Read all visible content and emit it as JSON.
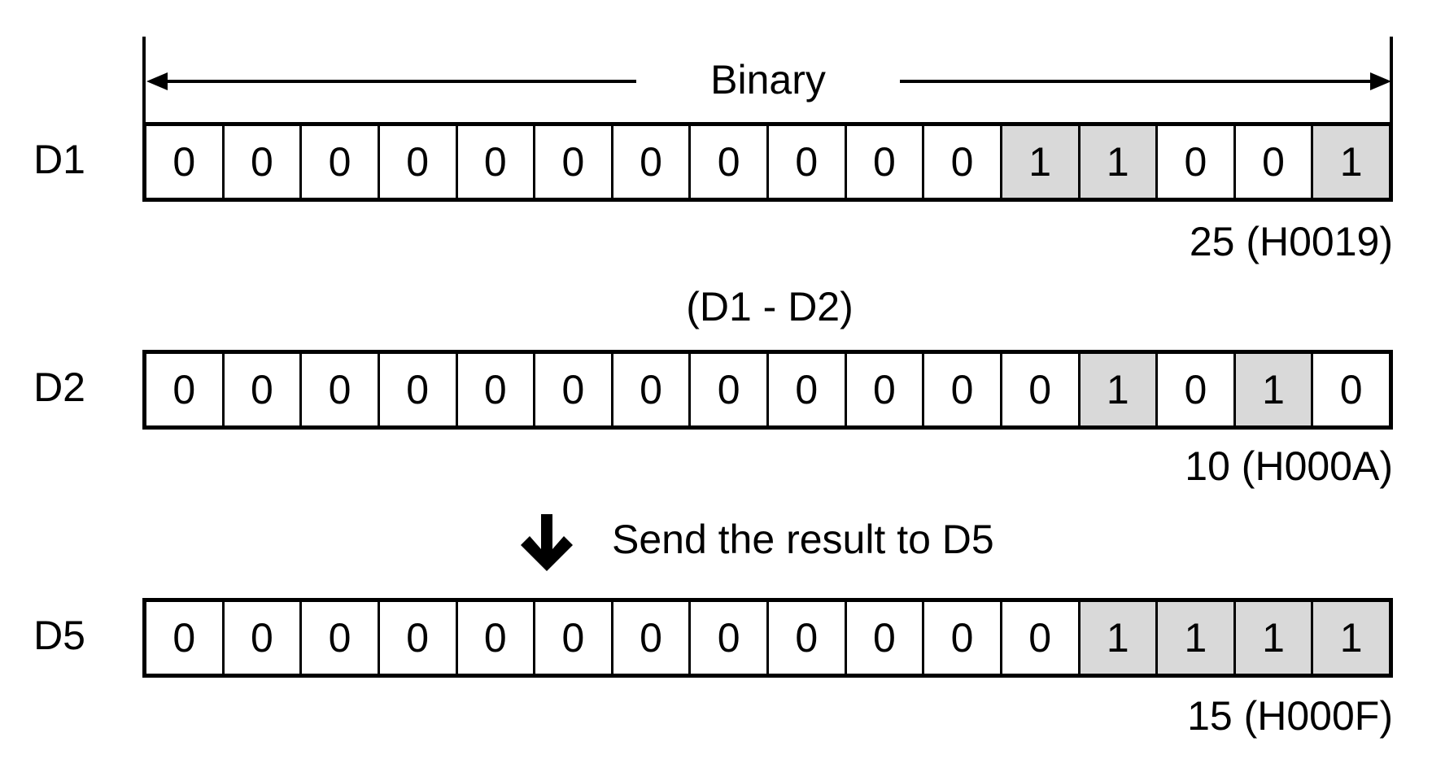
{
  "diagram": {
    "axis_label": "Binary",
    "operation_label": "(D1 - D2)",
    "transfer_label": "Send the result to D5"
  },
  "registers": [
    {
      "name": "D1",
      "bits": [
        "0",
        "0",
        "0",
        "0",
        "0",
        "0",
        "0",
        "0",
        "0",
        "0",
        "0",
        "1",
        "1",
        "0",
        "0",
        "1"
      ],
      "result": "25 (H0019)"
    },
    {
      "name": "D2",
      "bits": [
        "0",
        "0",
        "0",
        "0",
        "0",
        "0",
        "0",
        "0",
        "0",
        "0",
        "0",
        "0",
        "1",
        "0",
        "1",
        "0"
      ],
      "result": "10 (H000A)"
    },
    {
      "name": "D5",
      "bits": [
        "0",
        "0",
        "0",
        "0",
        "0",
        "0",
        "0",
        "0",
        "0",
        "0",
        "0",
        "0",
        "1",
        "1",
        "1",
        "1"
      ],
      "result": "15 (H000F)"
    }
  ],
  "colors": {
    "highlight": "#d9d9d9",
    "line": "#000000"
  }
}
